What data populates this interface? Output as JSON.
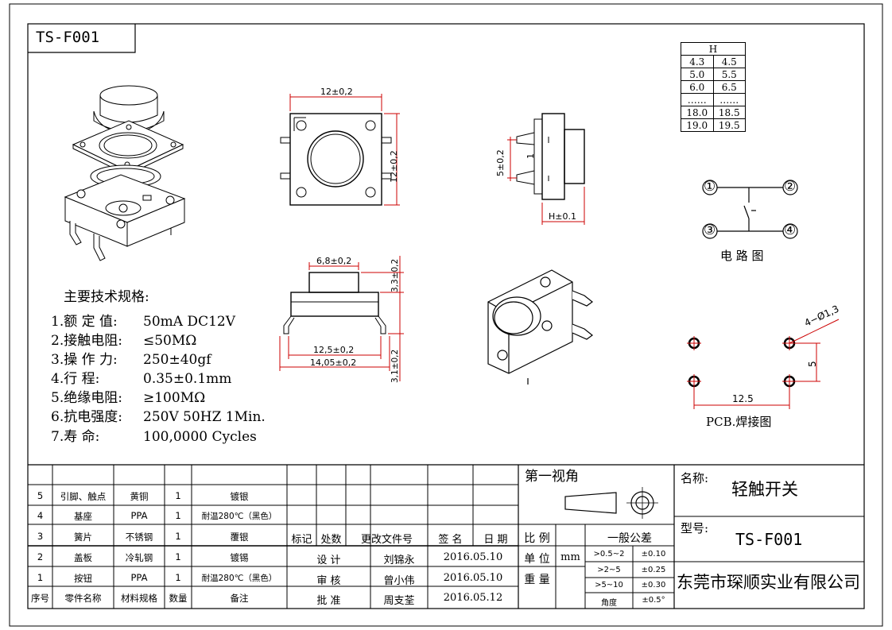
{
  "part_code": "TS-F001",
  "dims": {
    "top_width": "12±0,2",
    "top_height": "12±0,2",
    "side_pin_pitch": "5±0,2",
    "side_pin_width": "1",
    "side_h": "H±0.1",
    "front_cap": "6,8±0,2",
    "front_top_h": "3,3±0,2",
    "front_bot_h": "3,1±0,2",
    "front_pin_span": "12,5±0,2",
    "front_overall": "14,05±0,2"
  },
  "h_table": {
    "header": "H",
    "rows": [
      [
        "4.3",
        "4.5"
      ],
      [
        "5.0",
        "5.5"
      ],
      [
        "6.0",
        "6.5"
      ],
      [
        "……",
        "……"
      ],
      [
        "18.0",
        "18.5"
      ],
      [
        "19.0",
        "19.5"
      ]
    ]
  },
  "circuit": {
    "pins": [
      "①",
      "②",
      "③",
      "④"
    ],
    "label": "电 路 图"
  },
  "pcb": {
    "hole_label": "4−Ø1,3",
    "dim_vertical": "5",
    "dim_horizontal": "12.5",
    "label": "PCB.焊接图"
  },
  "specs": {
    "title": "主要技术规格:",
    "items": [
      {
        "label": "1.额 定 值:",
        "value": "50mA DC12V"
      },
      {
        "label": "2.接触电阻:",
        "value": "≤50MΩ"
      },
      {
        "label": "3.操 作 力:",
        "value": "250±40gf"
      },
      {
        "label": "4.行    程:",
        "value": "0.35±0.1mm"
      },
      {
        "label": "5.绝缘电阻:",
        "value": "≥100MΩ"
      },
      {
        "label": "6.抗电强度:",
        "value": "250V 50HZ 1Min."
      },
      {
        "label": "7.寿    命:",
        "value": "100,0000 Cycles"
      }
    ]
  },
  "bom": {
    "headers": [
      "序号",
      "零件名称",
      "材料规格",
      "数量",
      "备注"
    ],
    "rows": [
      [
        "5",
        "引脚、触点",
        "黄铜",
        "1",
        "镀银"
      ],
      [
        "4",
        "基座",
        "PPA",
        "1",
        "耐温280℃（黑色）"
      ],
      [
        "3",
        "簧片",
        "不锈钢",
        "1",
        "覆银"
      ],
      [
        "2",
        "盖板",
        "冷轧钢",
        "1",
        "镀锡"
      ],
      [
        "1",
        "按钮",
        "PPA",
        "1",
        "耐温280℃（黑色）"
      ]
    ]
  },
  "revision": {
    "headers": [
      "标记",
      "处数",
      "更改文件号",
      "签 名",
      "日 期"
    ],
    "roles": [
      {
        "role": "设    计",
        "name": "刘锦永",
        "date": "2016.05.10"
      },
      {
        "role": "审    核",
        "name": "曾小伟",
        "date": "2016.05.10"
      },
      {
        "role": "批    准",
        "name": "周支荃",
        "date": "2016.05.12"
      }
    ]
  },
  "projection": {
    "label": "第一视角"
  },
  "scale": {
    "scale_label": "比 例",
    "unit_label": "单 位",
    "unit_value": "mm",
    "weight_label": "重 量",
    "tol_title": "一般公差",
    "tolerances": [
      [
        ">0.5~2",
        "±0.10"
      ],
      [
        ">2~5",
        "±0.25"
      ],
      [
        ">5~10",
        "±0.30"
      ],
      [
        "角度",
        "±0.5°"
      ]
    ]
  },
  "title_block": {
    "name_label": "名称:",
    "name_value": "轻触开关",
    "model_label": "型号:",
    "model_value": "TS-F001",
    "company": "东莞市琛顺实业有限公司"
  }
}
